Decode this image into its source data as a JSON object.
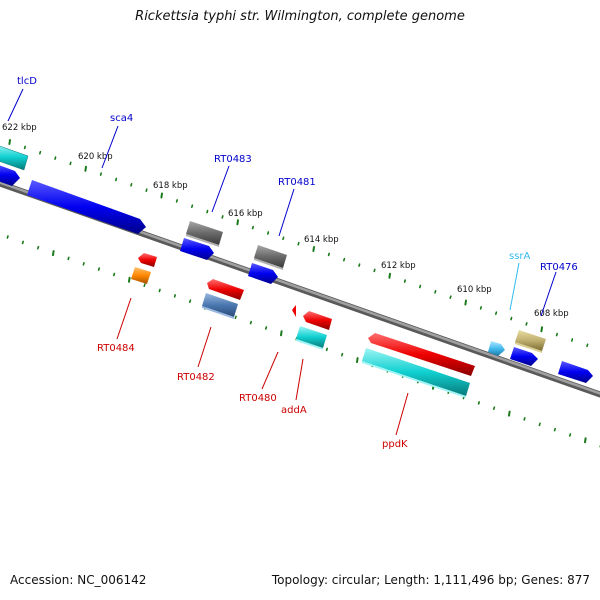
{
  "title": "Rickettsia typhi str. Wilmington, complete genome",
  "footer": {
    "accession": "Accession: NC_006142",
    "summary": "Topology: circular; Length: 1,111,496 bp; Genes: 877"
  },
  "colors": {
    "backbone": "#808080",
    "tick": "#1a7a1a",
    "label_forward": "#0000cc",
    "label_reverse": "#cc0000",
    "label_rna": "#33bbee"
  },
  "scale_labels": [
    "622 kbp",
    "620 kbp",
    "618 kbp",
    "616 kbp",
    "614 kbp",
    "612 kbp",
    "610 kbp",
    "608 kbp"
  ],
  "gene_labels": {
    "tlcD": "tlcD",
    "sca4": "sca4",
    "RT0483": "RT0483",
    "RT0481": "RT0481",
    "ssrA": "ssrA",
    "RT0476": "RT0476",
    "RT0484": "RT0484",
    "RT0482": "RT0482",
    "RT0480": "RT0480",
    "addA": "addA",
    "ppdK": "ppdK"
  }
}
